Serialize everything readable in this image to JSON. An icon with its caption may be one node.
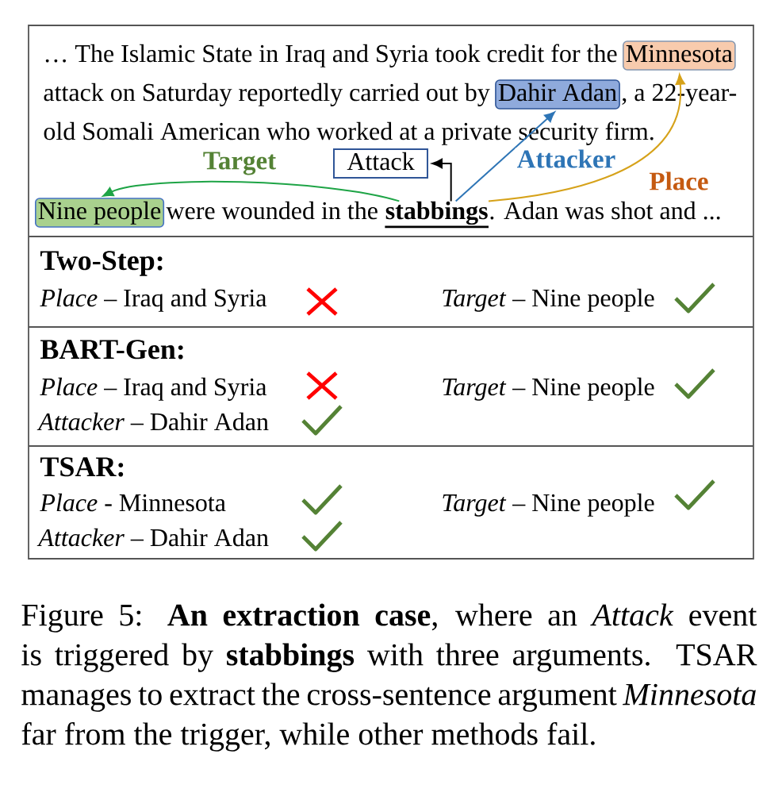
{
  "diagram": {
    "caption": "Figure 5: **An extraction case**, where an *Attack* event is triggered by **stabbings** with three arguments. TSAR manages to extract the cross-sentence argument *Minnesota* far from the trigger, while other methods fail.",
    "nodes": [
      {
        "text": [
          "Minnesota"
        ]
      },
      {
        "text": [
          "Dahir Adan"
        ]
      },
      {
        "text": [
          "Attack"
        ]
      },
      {
        "text": [
          "Nine people"
        ]
      },
      {
        "text": [
          "stabbings"
        ]
      }
    ],
    "edges": [
      {
        "from": 4,
        "to": 2,
        "arrow": "to",
        "color": "#000000"
      },
      {
        "from": 4,
        "to": 1,
        "arrow": "to",
        "label": "Attacker",
        "color": "#2e75b6"
      },
      {
        "from": 4,
        "to": 0,
        "arrow": "to",
        "label": "Place",
        "color": "#d6a21a"
      },
      {
        "from": 4,
        "to": 3,
        "arrow": "to",
        "label": "Target",
        "color": "#1ea446"
      }
    ],
    "labels": [
      "… The Islamic State in Iraq and Syria took credit for the",
      "attack on Saturday reportedly carried out by",
      ", a 22-year-",
      "old Somali American who worked at a private security firm.",
      "were wounded in the",
      ". Adan was shot and ...",
      "Two-Step:",
      "*Place* – Iraq and Syria",
      "*Target* – Nine people",
      "BART-Gen:",
      "*Place* – Iraq and Syria",
      "*Target* – Nine people",
      "*Attacker* – Dahir Adan",
      "TSAR:",
      "*Place* - Minnesota",
      "*Target* – Nine people",
      "*Attacker* – Dahir Adan"
    ]
  }
}
